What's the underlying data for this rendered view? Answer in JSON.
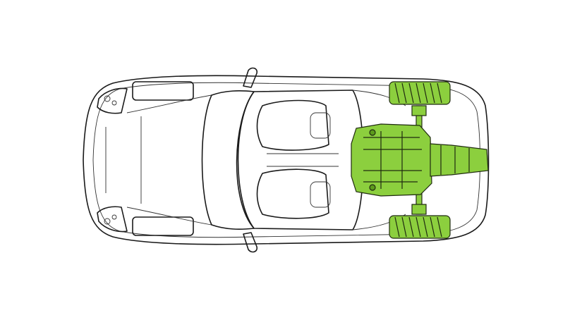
{
  "diagram": {
    "view": "top",
    "colors": {
      "outline": "#1a1a1a",
      "highlight": "#8ccf3e",
      "highlight_dark": "#5c9a1c",
      "background": "#ffffff"
    },
    "highlighted_parts": [
      "rear-tires",
      "engine",
      "transmission",
      "rear-axle"
    ]
  }
}
